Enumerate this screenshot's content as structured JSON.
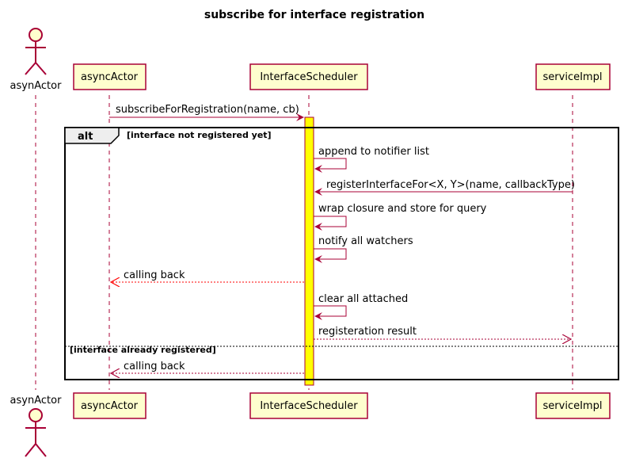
{
  "diagram": {
    "title": "subscribe for interface registration",
    "participants": {
      "asynActor": "asynActor",
      "asyncActor": "asyncActor",
      "scheduler": "InterfaceScheduler",
      "service": "serviceImpl"
    },
    "alt": {
      "keyword": "alt",
      "guard1": "[interface not registered yet]",
      "guard2": "[interface already registered]"
    },
    "messages": {
      "m1": "subscribeForRegistration(name, cb)",
      "m2": "append to notifier list",
      "m3": "registerInterfaceFor<X, Y>(name, callbackType)",
      "m4": "wrap closure and store for query",
      "m5": "notify all watchers",
      "m6": "calling back",
      "m7": "clear all attached",
      "m8": "registeration result",
      "m9": "calling back"
    },
    "colors": {
      "border": "#A80036",
      "participant_fill": "#FEFECE",
      "activation_fill": "#FFFF00",
      "red_return": "#FF0000"
    }
  }
}
